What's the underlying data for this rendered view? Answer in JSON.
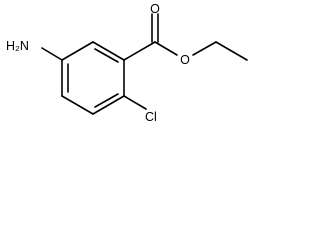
{
  "molecule": {
    "labels": {
      "amine": "H₂N",
      "carbonyl_oxygen": "O",
      "ester_oxygen": "O",
      "chlorine": "Cl"
    }
  }
}
